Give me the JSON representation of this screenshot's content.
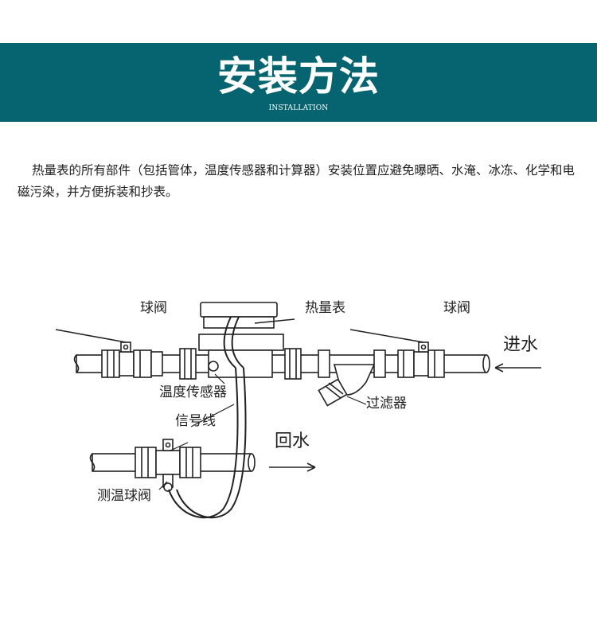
{
  "banner": {
    "title": "安装方法",
    "subtitle": "INSTALLATION",
    "background_color": "#05646f"
  },
  "intro_text": "热量表的所有部件（包括管体，温度传感器和计算器）安装位置应避免曝晒、水淹、冰冻、化学和电磁污染，并方便拆装和抄表。",
  "diagram": {
    "labels": {
      "ball_valve_left": "球阀",
      "heat_meter": "热量表",
      "ball_valve_right": "球阀",
      "water_in": "进水",
      "temp_sensor": "温度传感器",
      "filter": "过滤器",
      "signal_line": "信号线",
      "return_water": "回水",
      "temp_ball_valve": "测温球阀"
    }
  }
}
